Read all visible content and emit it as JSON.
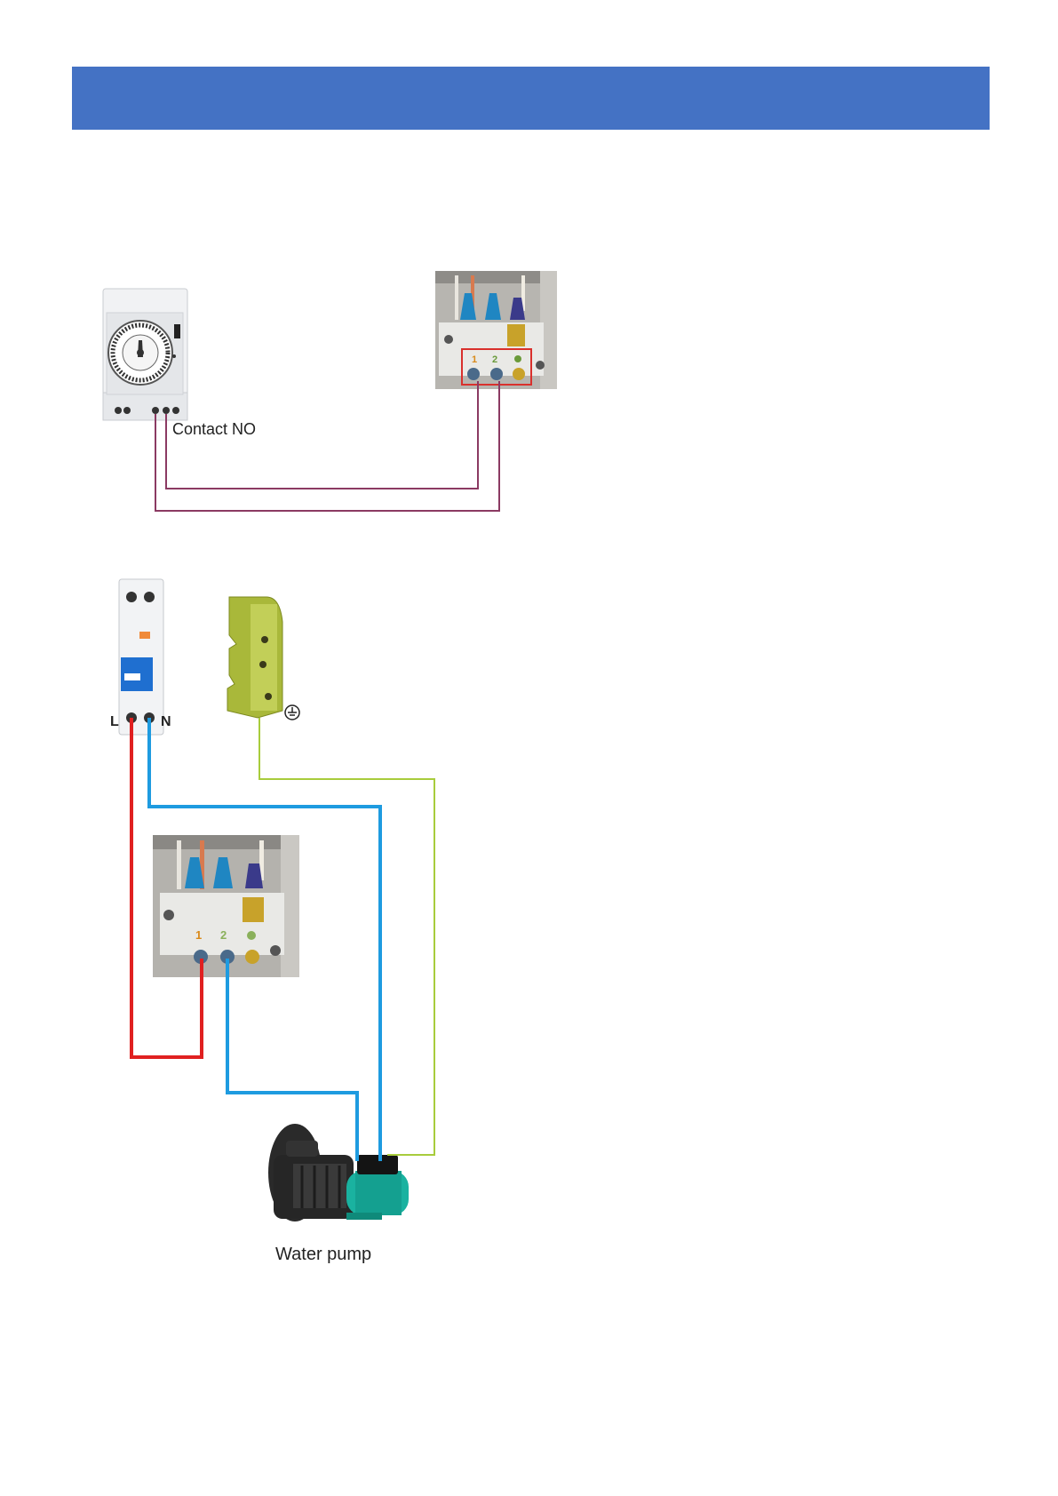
{
  "labels": {
    "contact": "Contact  NO",
    "live": "L",
    "neutral": "N",
    "pump": "Water pump",
    "terminal_1": "1",
    "terminal_2": "2"
  },
  "colors": {
    "header": "#4472c4",
    "control_wire": "#8b3a62",
    "live_wire": "#e02020",
    "neutral_wire": "#1e9be0",
    "earth_wire": "#a8cc3c"
  },
  "icons": {
    "timer": "timer-switch-icon",
    "terminal_block": "terminal-block-photo",
    "breaker": "circuit-breaker-icon",
    "earth_bar": "earth-bar-icon",
    "earth_symbol": "earth-symbol-icon",
    "pump": "water-pump-icon"
  }
}
